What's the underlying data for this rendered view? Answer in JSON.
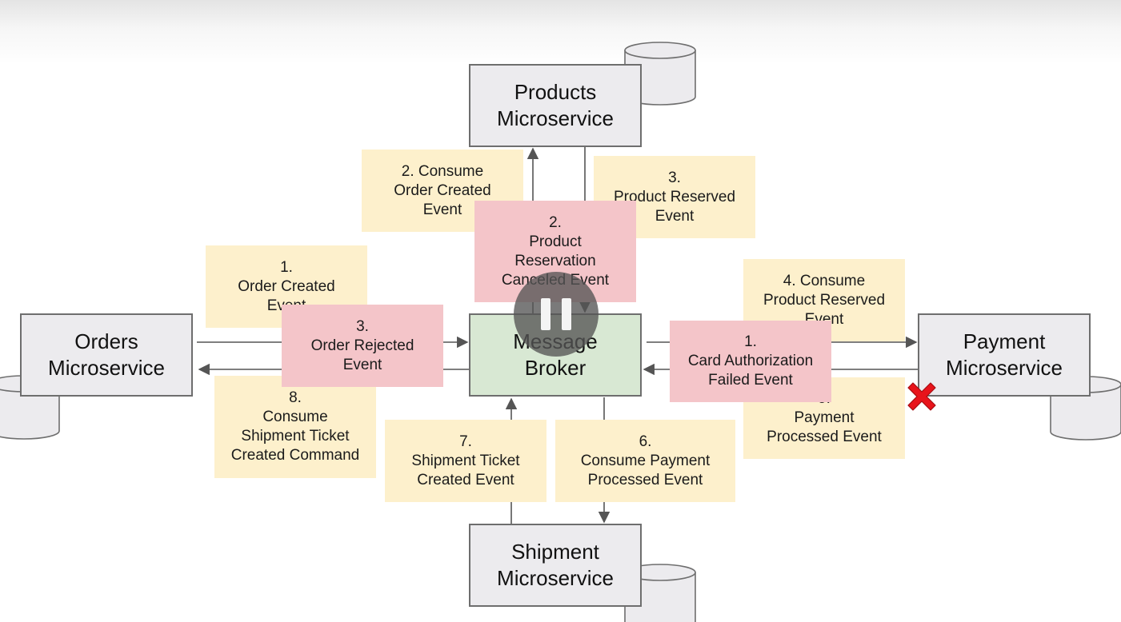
{
  "services": {
    "products": "Products\nMicroservice",
    "orders": "Orders\nMicroservice",
    "broker": "Message\nBroker",
    "payment": "Payment\nMicroservice",
    "shipment": "Shipment\nMicroservice"
  },
  "events": {
    "consume_order_created": "2. Consume\nOrder Created\nEvent",
    "product_reserved": "3.\nProduct Reserved\nEvent",
    "order_created": "1.\nOrder Created\nEvent",
    "consume_product_reserved": "4. Consume\nProduct Reserved\nEvent",
    "consume_shipment_ticket": "8.\nConsume\nShipment Ticket\nCreated Command",
    "payment_processed": "5.\nPayment\nProcessed Event",
    "shipment_ticket_created": "7.\nShipment Ticket\nCreated Event",
    "consume_payment_processed": "6.\nConsume Payment\nProcessed Event"
  },
  "compensations": {
    "product_reservation_canceled": "2.\nProduct\nReservation\nCanceled Event",
    "order_rejected": "3.\nOrder Rejected\nEvent",
    "card_authorization_failed": "1.\nCard Authorization\nFailed Event"
  },
  "colors": {
    "event_note": "#fdf0cc",
    "compensation_note": "#f4c5c9",
    "broker": "#d8e8d3",
    "service": "#ecebee",
    "failure_mark": "#e8141b"
  },
  "icons": {
    "pause": "pause-icon",
    "failure": "red-x-icon",
    "database": "database-cylinder-icon"
  }
}
